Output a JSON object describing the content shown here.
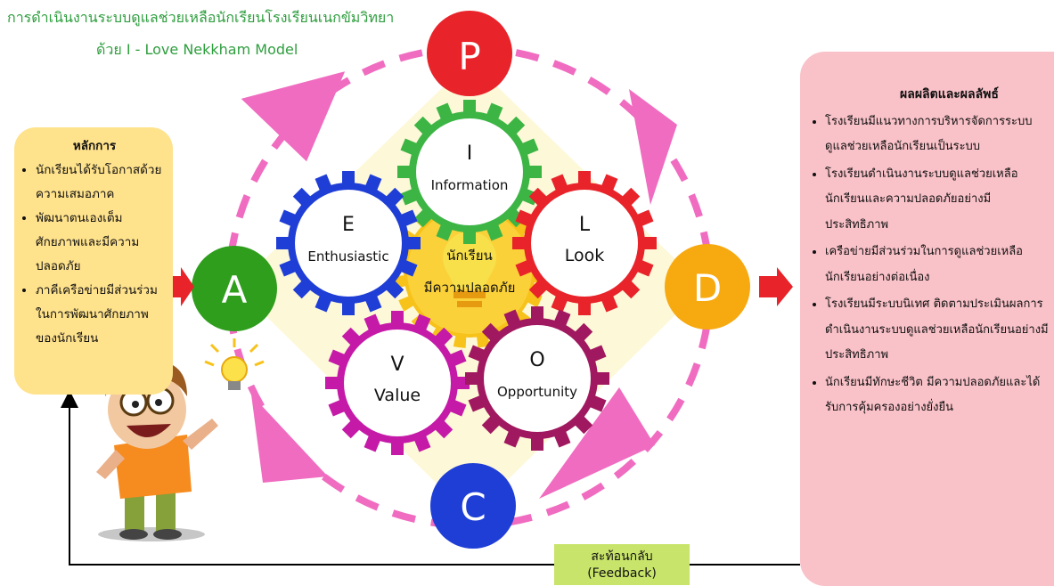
{
  "title": {
    "line1": "การดำเนินงานระบบดูแลช่วยเหลือนักเรียนโรงเรียนเนกขัมวิทยา",
    "line2": "ด้วย I - Love Nekkham Model"
  },
  "principles": {
    "heading": "หลักการ",
    "items": [
      "นักเรียนได้รับโอกาสด้วยความเสมอภาค",
      "พัฒนาตนเองเต็มศักยภาพและมีความปลอดภัย",
      "ภาคีเครือข่ายมีส่วนร่วมในการพัฒนาศักยภาพของนักเรียน"
    ]
  },
  "cycle": {
    "p": "P",
    "d": "D",
    "c": "C",
    "a": "A"
  },
  "gears": [
    {
      "letter": "I",
      "word": "Information",
      "color": "#3cb545"
    },
    {
      "letter": "E",
      "word": "Enthusiastic",
      "color": "#1f3ed6"
    },
    {
      "letter": "L",
      "word": "Look",
      "color": "#e8232a"
    },
    {
      "letter": "V",
      "word": "Value",
      "color": "#c51aa8"
    },
    {
      "letter": "O",
      "word": "Opportunity",
      "color": "#a0185f"
    }
  ],
  "center": {
    "line1": "นักเรียน",
    "line2": "มีความปลอดภัย"
  },
  "outputs": {
    "heading": "ผลผลิตและผลลัพธ์",
    "items": [
      "โรงเรียนมีแนวทางการบริหารจัดการระบบดูแลช่วยเหลือนักเรียนเป็นระบบ",
      "โรงเรียนดำเนินงานระบบดูแลช่วยเหลือนักเรียนและความปลอดภัยอย่างมีประสิทธิภาพ",
      "เครือข่ายมีส่วนร่วมในการดูแลช่วยเหลือนักเรียนอย่างต่อเนื่อง",
      "โรงเรียนมีระบบนิเทศ ติดตามประเมินผลการดำเนินงานระบบดูแลช่วยเหลือนักเรียนอย่างมีประสิทธิภาพ",
      "นักเรียนมีทักษะชีวิต มีความปลอดภัยและได้รับการคุ้มครองอย่างยั่งยืน"
    ]
  },
  "feedback": {
    "line1": "สะท้อนกลับ",
    "line2": "(Feedback)"
  },
  "colors": {
    "title": "#2e9e3e",
    "principles_bg": "#ffe28c",
    "outputs_bg": "#f9c1c8",
    "feedback_bg": "#c8e46a",
    "arrow_pink": "#f06cc0",
    "p_circle": "#e8232a",
    "d_circle": "#f7a910",
    "c_circle": "#1f3ed6",
    "a_circle": "#2e9e1c",
    "diamond_bg": "#fdf8d8"
  },
  "icons": [
    "lightbulb-icon",
    "gear-icon",
    "cartoon-boy",
    "arrow-right-icon"
  ]
}
